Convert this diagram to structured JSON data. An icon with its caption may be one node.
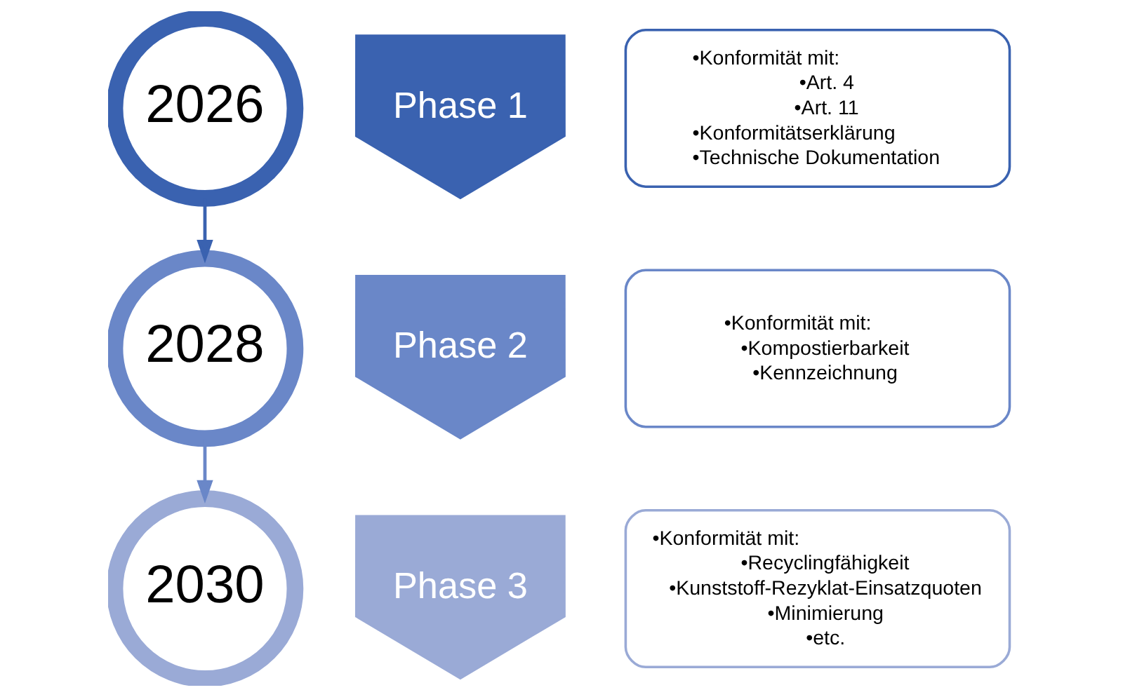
{
  "diagram": {
    "nodes": [
      {
        "text": [
          "2026"
        ]
      },
      {
        "text": [
          "Phase 1"
        ]
      },
      {
        "text": [
          "•Konformität mit:",
          "•Art. 4",
          "•Art. 11",
          "•Konformitätserklärung",
          "•Technische Dokumentation"
        ]
      },
      {
        "text": [
          "2028"
        ]
      },
      {
        "text": [
          "Phase 2"
        ]
      },
      {
        "text": [
          "•Konformität mit:",
          "•Kompostierbarkeit",
          "•Kennzeichnung"
        ]
      },
      {
        "text": [
          "2030"
        ]
      },
      {
        "text": [
          "Phase 3"
        ]
      },
      {
        "text": [
          "•Konformität mit:",
          "•Recyclingfähigkeit",
          "•Kunststoff-Rezyklat-Einsatzquoten",
          "•Minimierung",
          "•etc."
        ]
      }
    ],
    "edges": [
      {
        "from": 0,
        "to": 3,
        "arrow": "to",
        "color": "#3a62b0"
      },
      {
        "from": 3,
        "to": 6,
        "arrow": "to",
        "color": "#6a87c8"
      }
    ]
  }
}
